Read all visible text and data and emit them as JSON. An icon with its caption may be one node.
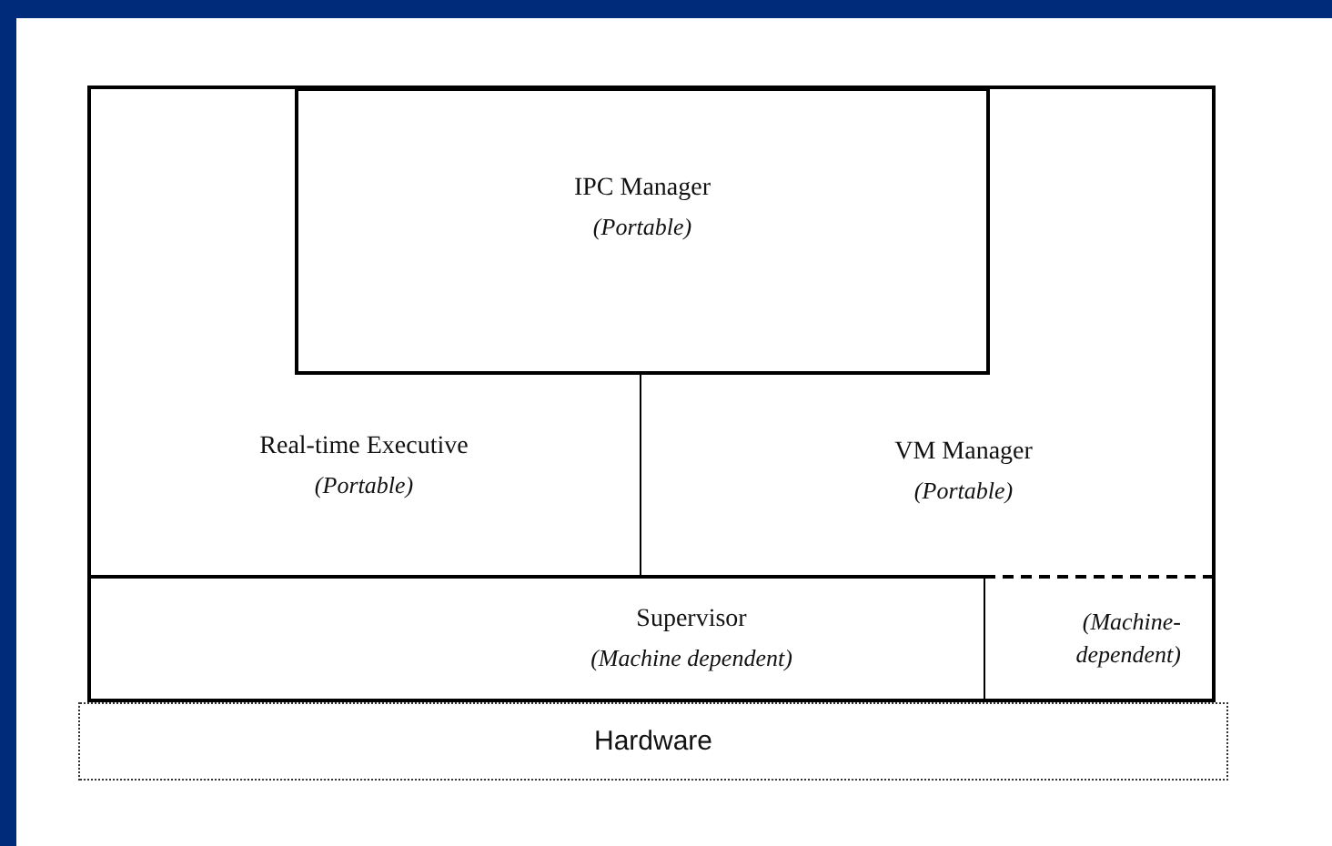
{
  "diagram": {
    "nodes": [
      {
        "text": [
          "IPC Manager",
          "(Portable)"
        ]
      },
      {
        "text": [
          "Real-time Executive",
          "(Portable)"
        ]
      },
      {
        "text": [
          "VM Manager",
          "(Portable)"
        ]
      },
      {
        "text": [
          "Supervisor",
          "(Machine dependent)"
        ]
      },
      {
        "text": [
          "(Machine-dependent)"
        ]
      },
      {
        "text": [
          "Hardware"
        ]
      }
    ]
  }
}
